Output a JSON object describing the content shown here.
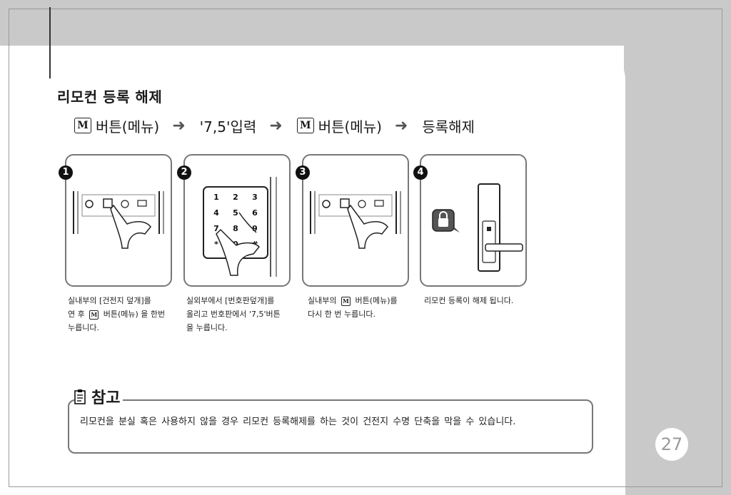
{
  "title": "리모컨 등록 해제",
  "flow": {
    "m_key": "M",
    "step1": "버튼(메뉴)",
    "step2": "'7,5'입력",
    "step3": "버튼(메뉴)",
    "step4": "등록해제",
    "arrow": "➜"
  },
  "steps": [
    {
      "num": "1",
      "caption_lines": [
        "실내부의 [건전지 덮개]를",
        "연 후",
        "버튼(메뉴) 을 한번",
        "누릅니다."
      ]
    },
    {
      "num": "2",
      "caption_lines": [
        "실외부에서 [번호판덮개]를",
        "올리고 번호판에서 '7,5'버튼",
        "을 누릅니다."
      ],
      "keypad": [
        "1",
        "2",
        "3",
        "4",
        "5",
        "6",
        "7",
        "8",
        "9",
        "*",
        "0",
        "#"
      ]
    },
    {
      "num": "3",
      "caption_lines": [
        "실내부의",
        "버튼(메뉴)를",
        "다시 한 번 누릅니다."
      ]
    },
    {
      "num": "4",
      "caption_lines": [
        "리모컨 등록이 해제 됩니다."
      ]
    }
  ],
  "note": {
    "label": "참고",
    "text": "리모컨을 분실 혹은 사용하지 않을 경우 리모컨 등록해제를 하는 것이 건전지 수명 단축을 막을 수 있습니다."
  },
  "page_number": "27",
  "colors": {
    "gray_bg": "#c9c9c9",
    "border": "#777777",
    "text": "#1a1a1a"
  }
}
